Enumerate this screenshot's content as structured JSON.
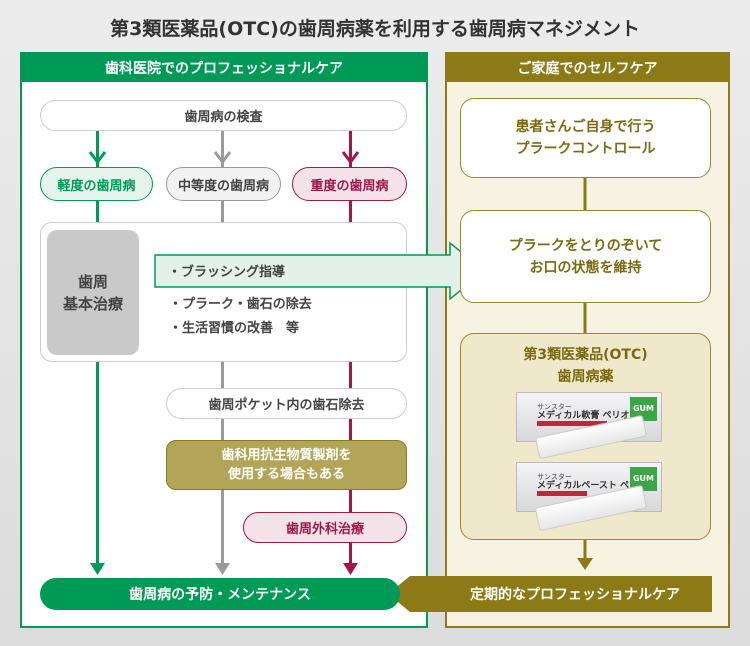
{
  "title": "第3類医薬品(OTC)の歯周病薬を利用する歯周病マネジメント",
  "colors": {
    "green": "#009a57",
    "olive": "#8b7a16",
    "crimson": "#a0174b",
    "gray": "#9a9a9a"
  },
  "left": {
    "header": "歯科医院でのプロフェッショナルケア",
    "exam": "歯周病の検査",
    "levels": [
      "軽度の歯周病",
      "中等度の歯周病",
      "重度の歯周病"
    ],
    "basic_treatment": "歯周\n基本治療",
    "bullets": [
      "・ブラッシング指導",
      "・プラーク・歯石の除去",
      "・生活習慣の改善　等"
    ],
    "pocket": "歯周ポケット内の歯石除去",
    "antibiotic": "歯科用抗生物質製剤を\n使用する場合もある",
    "surgery": "歯周外科治療",
    "maintenance": "歯周病の予防・メンテナンス"
  },
  "right": {
    "header": "ご家庭でのセルフケア",
    "box1": "患者さんご自身で行う\nプラークコントロール",
    "box2": "プラークをとりのぞいて\nお口の状態を維持",
    "otc_title": "第3類医薬品(OTC)\n歯周病薬",
    "products": [
      {
        "brand": "GUM",
        "name": "メディカル軟膏 ペリオ",
        "maker": "サンスター"
      },
      {
        "brand": "GUM",
        "name": "メディカルペースト ペリオ",
        "maker": "サンスター"
      }
    ],
    "regular": "定期的なプロフェッショナルケア"
  }
}
